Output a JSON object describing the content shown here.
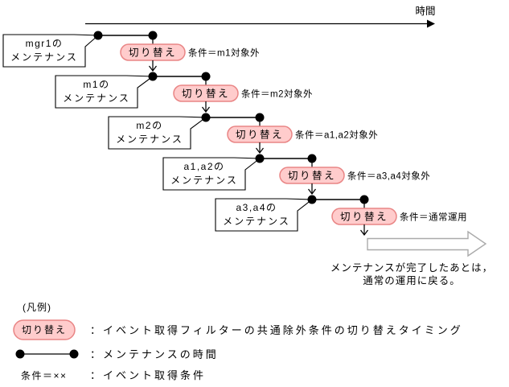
{
  "timeline": {
    "label": "時間"
  },
  "switch_label": "切り替え",
  "rows": [
    {
      "box_line1": "mgr1の",
      "box_line2": "メンテナンス",
      "condition": "条件＝m1対象外"
    },
    {
      "box_line1": "m1の",
      "box_line2": "メンテナンス",
      "condition": "条件＝m2対象外"
    },
    {
      "box_line1": "m2の",
      "box_line2": "メンテナンス",
      "condition": "条件＝a1,a2対象外"
    },
    {
      "box_line1": "a1,a2の",
      "box_line2": "メンテナンス",
      "condition": "条件＝a3,a4対象外"
    },
    {
      "box_line1": "a3,a4の",
      "box_line2": "メンテナンス",
      "condition": "条件＝通常運用"
    }
  ],
  "flow": {
    "caption_line1": "メンテナンスが完了したあとは，",
    "caption_line2": "通常の運用に戻る。"
  },
  "legend": {
    "title": "(凡例)",
    "items": [
      {
        "symbol": "switch-oval",
        "label": "切り替え",
        "description": "：イベント取得フィルターの共通除外条件の切り替えタイミング"
      },
      {
        "symbol": "maintenance-line",
        "label": "",
        "description": "：メンテナンスの時間"
      },
      {
        "symbol": "condition-text",
        "label": "条件＝××",
        "description": "：イベント取得条件"
      }
    ]
  },
  "colors": {
    "oval_fill": "#ffcccc",
    "oval_border": "#e98585",
    "flow_arrow_border": "#aaaaaa",
    "line_color": "#000000"
  }
}
